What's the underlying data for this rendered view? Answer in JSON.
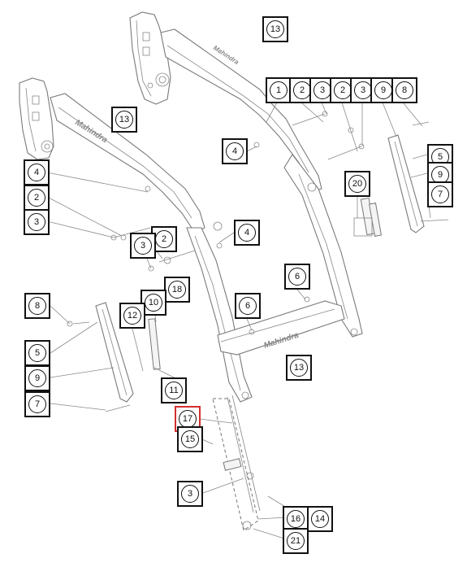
{
  "brand": "Mahindra",
  "highlight_color": "#d32f2f",
  "callouts": [
    {
      "id": "c-13-top",
      "label": "13"
    },
    {
      "id": "c-13-left",
      "label": "13"
    },
    {
      "id": "c-1",
      "label": "1"
    },
    {
      "id": "c-2-a",
      "label": "2"
    },
    {
      "id": "c-3-a",
      "label": "3"
    },
    {
      "id": "c-2-b",
      "label": "2"
    },
    {
      "id": "c-3-b",
      "label": "3"
    },
    {
      "id": "c-9-a",
      "label": "9"
    },
    {
      "id": "c-8-a",
      "label": "8"
    },
    {
      "id": "c-4-a",
      "label": "4"
    },
    {
      "id": "c-5-a",
      "label": "5"
    },
    {
      "id": "c-9-b",
      "label": "9"
    },
    {
      "id": "c-7-a",
      "label": "7"
    },
    {
      "id": "c-20",
      "label": "20"
    },
    {
      "id": "c-4-b",
      "label": "4"
    },
    {
      "id": "c-2-c",
      "label": "2"
    },
    {
      "id": "c-3-c",
      "label": "3"
    },
    {
      "id": "c-4-c",
      "label": "4"
    },
    {
      "id": "c-2-d",
      "label": "2"
    },
    {
      "id": "c-3-d",
      "label": "3"
    },
    {
      "id": "c-6-a",
      "label": "6"
    },
    {
      "id": "c-18",
      "label": "18"
    },
    {
      "id": "c-10",
      "label": "10"
    },
    {
      "id": "c-12",
      "label": "12"
    },
    {
      "id": "c-8-b",
      "label": "8"
    },
    {
      "id": "c-6-b",
      "label": "6"
    },
    {
      "id": "c-13-mid",
      "label": "13"
    },
    {
      "id": "c-5-b",
      "label": "5"
    },
    {
      "id": "c-9-c",
      "label": "9"
    },
    {
      "id": "c-11",
      "label": "11"
    },
    {
      "id": "c-7-b",
      "label": "7"
    },
    {
      "id": "c-17",
      "label": "17",
      "highlighted": true
    },
    {
      "id": "c-15",
      "label": "15"
    },
    {
      "id": "c-3-e",
      "label": "3"
    },
    {
      "id": "c-16",
      "label": "16"
    },
    {
      "id": "c-14",
      "label": "14"
    },
    {
      "id": "c-21",
      "label": "21"
    }
  ]
}
